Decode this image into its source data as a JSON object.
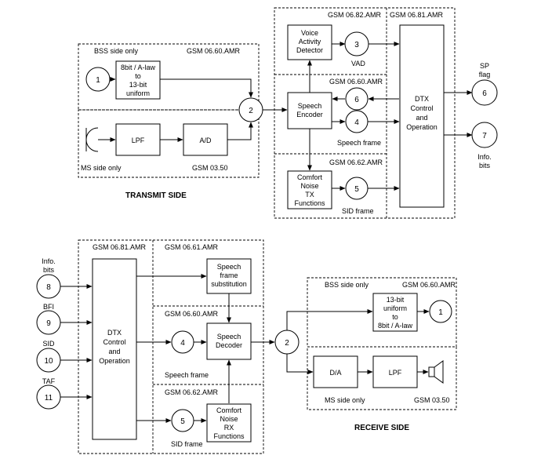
{
  "transmit": {
    "title": "TRANSMIT SIDE",
    "regions": {
      "bss_label": "BSS side only",
      "bss_ref": "GSM 06.60.AMR",
      "ms_label": "MS side only",
      "ms_ref": "GSM 03.50",
      "vad_ref": "GSM 06.82.AMR",
      "dtx_ref": "GSM 06.81.AMR",
      "enc_ref": "GSM 06.60.AMR",
      "cn_ref": "GSM 06.62.AMR"
    },
    "blocks": {
      "law": [
        "8bit / A-law",
        "to",
        "13-bit",
        "uniform"
      ],
      "lpf": "LPF",
      "ad": "A/D",
      "vad": [
        "Voice",
        "Activity",
        "Detector"
      ],
      "encoder": [
        "Speech",
        "Encoder"
      ],
      "comfort": [
        "Comfort",
        "Noise",
        "TX",
        "Functions"
      ],
      "dtx": [
        "DTX",
        "Control",
        "and",
        "Operation"
      ]
    },
    "nodes": {
      "n1": "1",
      "n2": "2",
      "n3": "3",
      "n4": "4",
      "n5": "5",
      "n6": "6",
      "sp": "6",
      "info": "7"
    },
    "labels": {
      "vad": "VAD",
      "speech_frame": "Speech frame",
      "sid_frame": "SID frame",
      "sp_flag": [
        "SP",
        "flag"
      ],
      "info_bits": [
        "Info.",
        "bits"
      ]
    }
  },
  "receive": {
    "title": "RECEIVE SIDE",
    "regions": {
      "dtx_ref": "GSM 06.81.AMR",
      "sub_ref": "GSM 06.61.AMR",
      "dec_ref": "GSM 06.60.AMR",
      "cn_ref": "GSM 06.62.AMR",
      "bss_label": "BSS side only",
      "bss_ref": "GSM 06.60.AMR",
      "ms_label": "MS side only",
      "ms_ref": "GSM 03.50"
    },
    "inputs": {
      "info_label": [
        "Info.",
        "bits"
      ],
      "info_num": "8",
      "bfi_label": "BFI",
      "bfi_num": "9",
      "sid_label": "SID",
      "sid_num": "10",
      "taf_label": "TAF",
      "taf_num": "11"
    },
    "blocks": {
      "dtx": [
        "DTX",
        "Control",
        "and",
        "Operation"
      ],
      "substitution": [
        "Speech",
        "frame",
        "substitution"
      ],
      "decoder": [
        "Speech",
        "Decoder"
      ],
      "comfort": [
        "Comfort",
        "Noise",
        "RX",
        "Functions"
      ],
      "law": [
        "13-bit",
        "uniform",
        "to",
        "8bit / A-law"
      ],
      "da": "D/A",
      "lpf": "LPF"
    },
    "nodes": {
      "n4": "4",
      "n5": "5",
      "n2": "2",
      "n1": "1"
    },
    "labels": {
      "speech_frame": "Speech frame",
      "sid_frame": "SID frame"
    }
  }
}
